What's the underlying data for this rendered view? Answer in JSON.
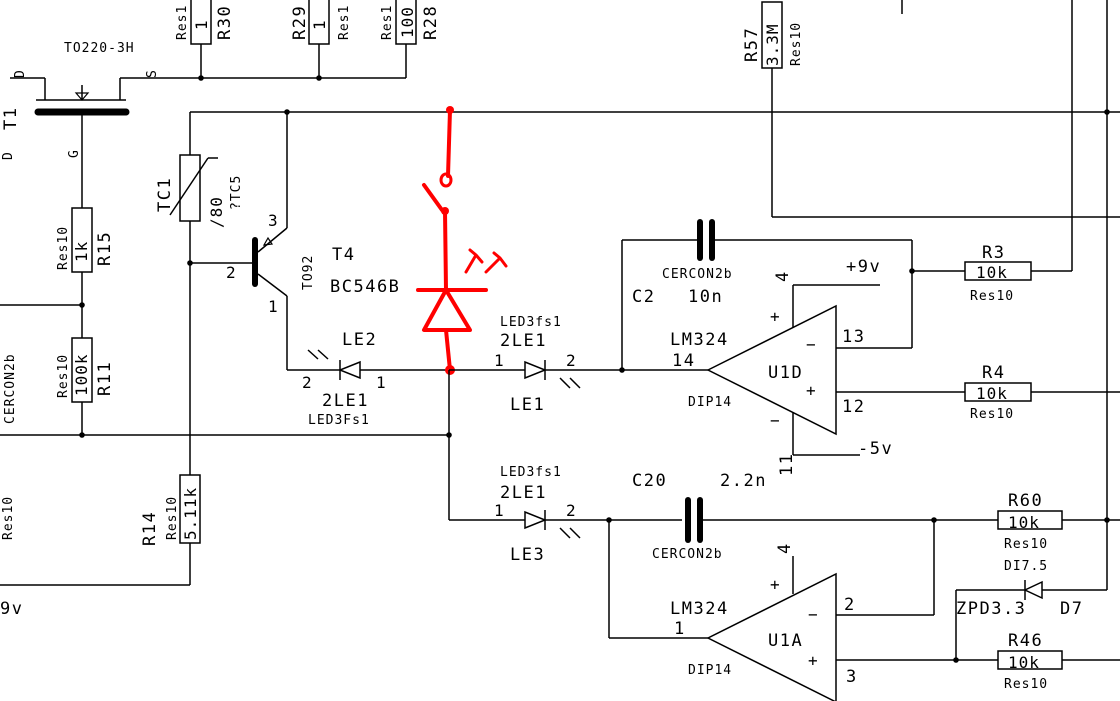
{
  "parts": {
    "q1": {
      "package": "TO220-3H",
      "pin_d": "D",
      "pin_s": "S",
      "pin_g": "G",
      "label_partial": "T1",
      "label_partial2": "D"
    },
    "r30": {
      "name": "R30",
      "value": "1",
      "type": "Res1"
    },
    "r29": {
      "name": "R29",
      "value": "1",
      "type": "Res1"
    },
    "r28": {
      "name": "R28",
      "value": "100",
      "type": "Res1"
    },
    "r57": {
      "name": "R57",
      "value": "3.3M",
      "type": "Res10"
    },
    "tc1": {
      "name": "TC1",
      "value": "/80",
      "type": "?TC5"
    },
    "r15": {
      "name": "R15",
      "value": "1k",
      "type": "Res10"
    },
    "r11": {
      "name": "R11",
      "value": "100k",
      "type": "Res10"
    },
    "r14": {
      "name": "R14",
      "value": "5.11k",
      "type": "Res10"
    },
    "t4": {
      "name": "T4",
      "part": "BC546B",
      "package": "TO92",
      "pin1": "1",
      "pin2": "2",
      "pin3": "3"
    },
    "le2": {
      "name": "LE2",
      "type": "2LE1",
      "package": "LED3Fs1",
      "pin1": "1",
      "pin2": "2"
    },
    "le1": {
      "name": "LE1",
      "type": "2LE1",
      "package": "LED3fs1",
      "pin1": "1",
      "pin2": "2"
    },
    "le3": {
      "name": "LE3",
      "type": "2LE1",
      "package": "LED3fs1",
      "pin1": "1",
      "pin2": "2"
    },
    "c2": {
      "name": "C2",
      "value": "10n",
      "type": "CERCON2b"
    },
    "c20": {
      "name": "C20",
      "value": "2.2n",
      "type": "CERCON2b"
    },
    "u1d": {
      "name": "U1D",
      "part": "LM324",
      "package": "DIP14",
      "pin14": "14",
      "pin13": "13",
      "pin12": "12",
      "pin4": "4",
      "pin11": "11",
      "plus": "+",
      "minus": "−",
      "vpos": "+9v",
      "vneg": "-5v"
    },
    "u1a": {
      "name": "U1A",
      "part": "LM324",
      "package": "DIP14",
      "pin1": "1",
      "pin2": "2",
      "pin3": "3",
      "pin4": "4",
      "plus": "+",
      "minus": "−"
    },
    "r3": {
      "name": "R3",
      "value": "10k",
      "type": "Res10"
    },
    "r4": {
      "name": "R4",
      "value": "10k",
      "type": "Res10"
    },
    "r60": {
      "name": "R60",
      "value": "10k",
      "type": "Res10"
    },
    "r46": {
      "name": "R46",
      "value": "10k",
      "type": "Res10"
    },
    "d7": {
      "name": "D7",
      "value": "ZPD3.3",
      "type": "DI7.5"
    },
    "left_edge": {
      "cap_partial": "CERCON2b",
      "res_partial": "Res10",
      "supply_partial": "9v"
    }
  },
  "colors": {
    "wire": "#000000",
    "markup": "#ff0000",
    "background": "#ffffff"
  }
}
